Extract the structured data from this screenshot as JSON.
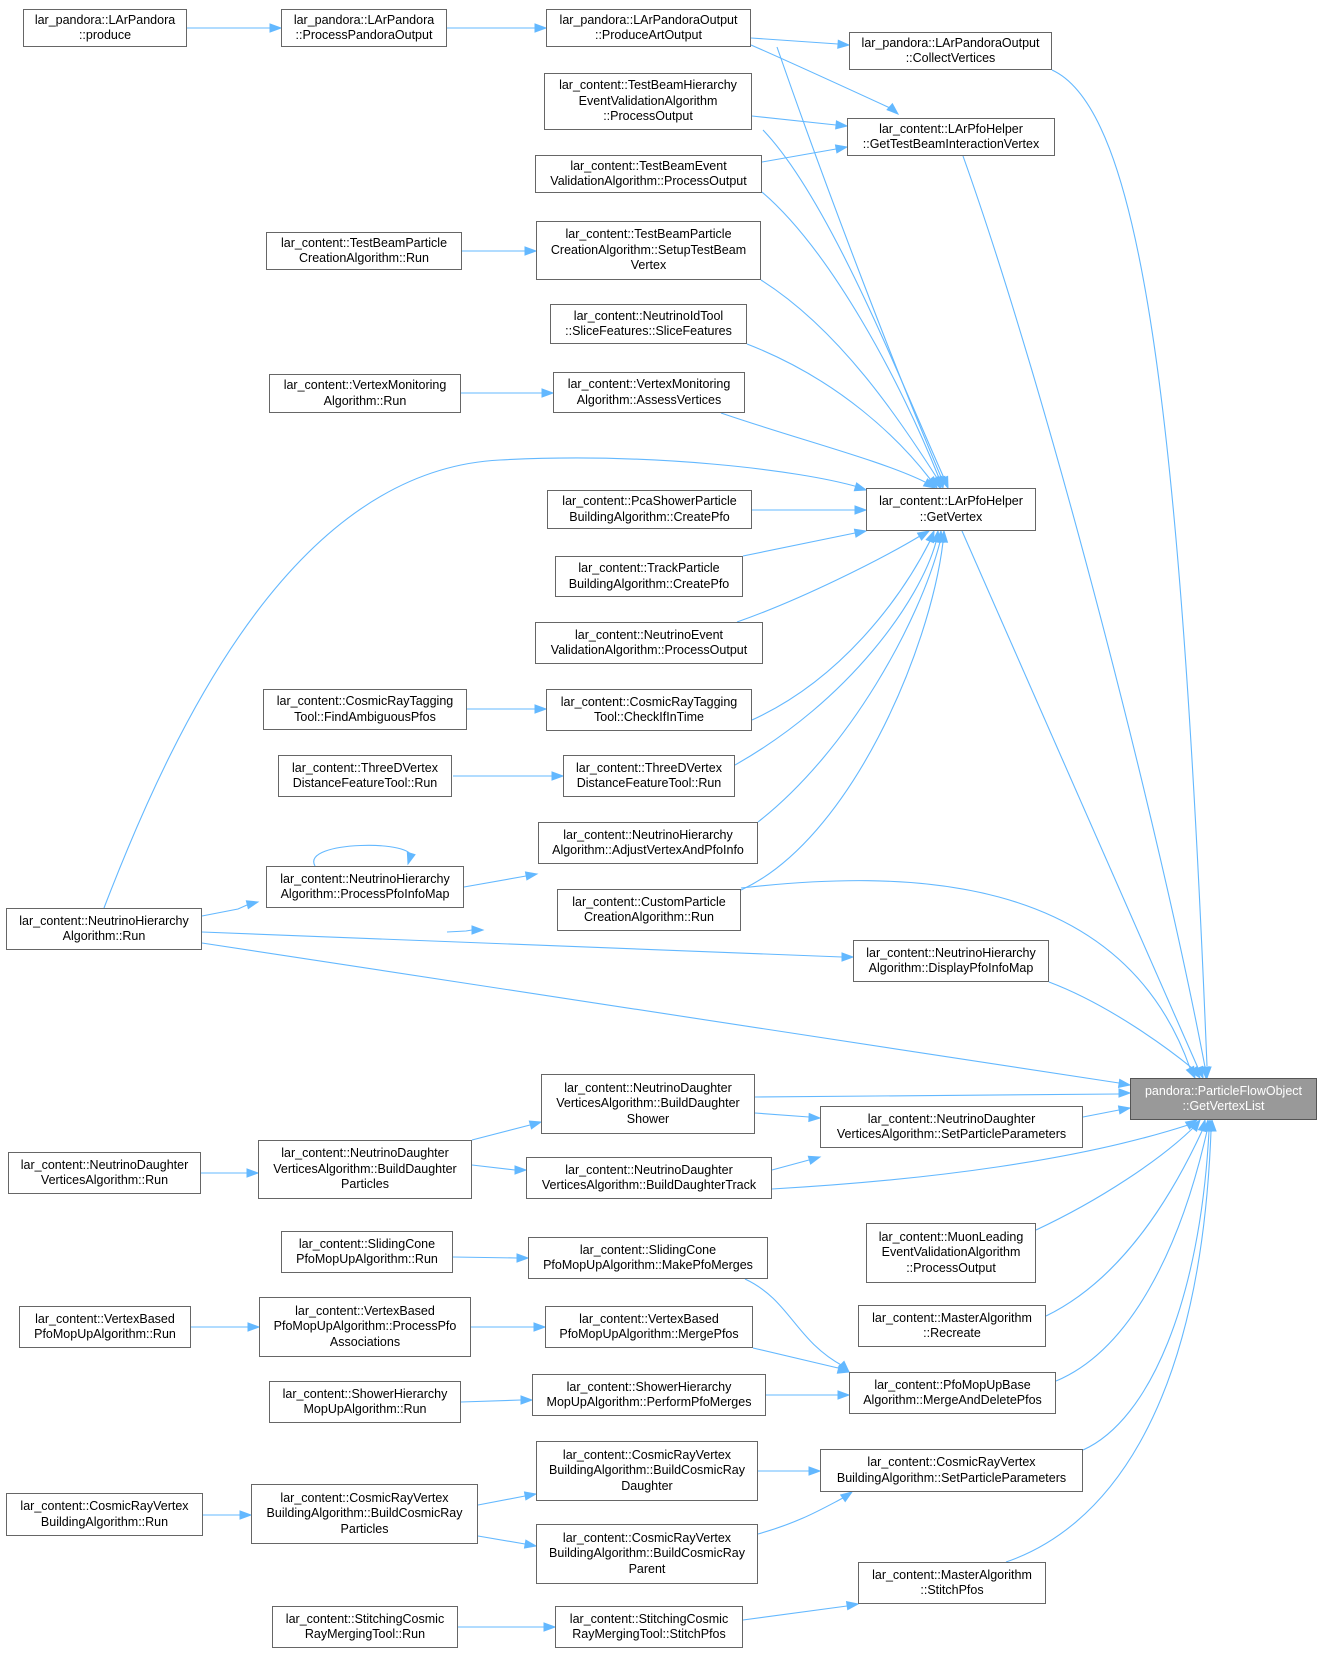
{
  "edge_color": "#63b8ff",
  "root_fill": "#999999",
  "nodes": {
    "produce": [
      "lar_pandora::LArPandora",
      "::produce"
    ],
    "process_pandora_output": [
      "lar_pandora::LArPandora",
      "::ProcessPandoraOutput"
    ],
    "produce_art_output": [
      "lar_pandora::LArPandoraOutput",
      "::ProduceArtOutput"
    ],
    "collect_vertices": [
      "lar_pandora::LArPandoraOutput",
      "::CollectVertices"
    ],
    "tb_hierarchy_process_output": [
      "lar_content::TestBeamHierarchy",
      "EventValidationAlgorithm",
      "::ProcessOutput"
    ],
    "get_tb_interaction_vertex": [
      "lar_content::LArPfoHelper",
      "::GetTestBeamInteractionVertex"
    ],
    "tb_event_process_output": [
      "lar_content::TestBeamEvent",
      "ValidationAlgorithm::ProcessOutput"
    ],
    "tb_particle_creation_run": [
      "lar_content::TestBeamParticle",
      "CreationAlgorithm::Run"
    ],
    "tb_setup_vertex": [
      "lar_content::TestBeamParticle",
      "CreationAlgorithm::SetupTestBeam",
      "Vertex"
    ],
    "slice_features": [
      "lar_content::NeutrinoIdTool",
      "::SliceFeatures::SliceFeatures"
    ],
    "vertex_monitoring_run": [
      "lar_content::VertexMonitoring",
      "Algorithm::Run"
    ],
    "assess_vertices": [
      "lar_content::VertexMonitoring",
      "Algorithm::AssessVertices"
    ],
    "pca_shower_create_pfo": [
      "lar_content::PcaShowerParticle",
      "BuildingAlgorithm::CreatePfo"
    ],
    "get_vertex": [
      "lar_content::LArPfoHelper",
      "::GetVertex"
    ],
    "track_create_pfo": [
      "lar_content::TrackParticle",
      "BuildingAlgorithm::CreatePfo"
    ],
    "nu_event_process_output": [
      "lar_content::NeutrinoEvent",
      "ValidationAlgorithm::ProcessOutput"
    ],
    "find_ambiguous_pfos": [
      "lar_content::CosmicRayTagging",
      "Tool::FindAmbiguousPfos"
    ],
    "check_if_in_time": [
      "lar_content::CosmicRayTagging",
      "Tool::CheckIfInTime"
    ],
    "three_d_vertex_run_a": [
      "lar_content::ThreeDVertex",
      "DistanceFeatureTool::Run"
    ],
    "three_d_vertex_run_b": [
      "lar_content::ThreeDVertex",
      "DistanceFeatureTool::Run"
    ],
    "adjust_vertex_and_pfo_info": [
      "lar_content::NeutrinoHierarchy",
      "Algorithm::AdjustVertexAndPfoInfo"
    ],
    "process_pfo_info_map": [
      "lar_content::NeutrinoHierarchy",
      "Algorithm::ProcessPfoInfoMap"
    ],
    "custom_particle_run": [
      "lar_content::CustomParticle",
      "CreationAlgorithm::Run"
    ],
    "nu_hierarchy_run": [
      "lar_content::NeutrinoHierarchy",
      "Algorithm::Run"
    ],
    "display_pfo_info_map": [
      "lar_content::NeutrinoHierarchy",
      "Algorithm::DisplayPfoInfoMap"
    ],
    "get_vertex_list": [
      "pandora::ParticleFlowObject",
      "::GetVertexList"
    ],
    "build_daughter_shower": [
      "lar_content::NeutrinoDaughter",
      "VerticesAlgorithm::BuildDaughter",
      "Shower"
    ],
    "nd_set_particle_parameters": [
      "lar_content::NeutrinoDaughter",
      "VerticesAlgorithm::SetParticleParameters"
    ],
    "nd_run": [
      "lar_content::NeutrinoDaughter",
      "VerticesAlgorithm::Run"
    ],
    "build_daughter_particles": [
      "lar_content::NeutrinoDaughter",
      "VerticesAlgorithm::BuildDaughter",
      "Particles"
    ],
    "build_daughter_track": [
      "lar_content::NeutrinoDaughter",
      "VerticesAlgorithm::BuildDaughterTrack"
    ],
    "muon_leading_process_output": [
      "lar_content::MuonLeading",
      "EventValidationAlgorithm",
      "::ProcessOutput"
    ],
    "sliding_cone_run": [
      "lar_content::SlidingCone",
      "PfoMopUpAlgorithm::Run"
    ],
    "sliding_cone_make_pfo_merges": [
      "lar_content::SlidingCone",
      "PfoMopUpAlgorithm::MakePfoMerges"
    ],
    "master_recreate": [
      "lar_content::MasterAlgorithm",
      "::Recreate"
    ],
    "vertex_based_run": [
      "lar_content::VertexBased",
      "PfoMopUpAlgorithm::Run"
    ],
    "vertex_based_process_pfo_associations": [
      "lar_content::VertexBased",
      "PfoMopUpAlgorithm::ProcessPfo",
      "Associations"
    ],
    "vertex_based_merge_pfos": [
      "lar_content::VertexBased",
      "PfoMopUpAlgorithm::MergePfos"
    ],
    "merge_and_delete_pfos": [
      "lar_content::PfoMopUpBase",
      "Algorithm::MergeAndDeletePfos"
    ],
    "shower_hierarchy_run": [
      "lar_content::ShowerHierarchy",
      "MopUpAlgorithm::Run"
    ],
    "perform_pfo_merges": [
      "lar_content::ShowerHierarchy",
      "MopUpAlgorithm::PerformPfoMerges"
    ],
    "build_cosmic_ray_daughter": [
      "lar_content::CosmicRayVertex",
      "BuildingAlgorithm::BuildCosmicRay",
      "Daughter"
    ],
    "cr_set_particle_parameters": [
      "lar_content::CosmicRayVertex",
      "BuildingAlgorithm::SetParticleParameters"
    ],
    "cosmic_ray_vertex_run": [
      "lar_content::CosmicRayVertex",
      "BuildingAlgorithm::Run"
    ],
    "build_cosmic_ray_particles": [
      "lar_content::CosmicRayVertex",
      "BuildingAlgorithm::BuildCosmicRay",
      "Particles"
    ],
    "build_cosmic_ray_parent": [
      "lar_content::CosmicRayVertex",
      "BuildingAlgorithm::BuildCosmicRay",
      "Parent"
    ],
    "master_stitch_pfos": [
      "lar_content::MasterAlgorithm",
      "::StitchPfos"
    ],
    "stitching_cosmic_run": [
      "lar_content::StitchingCosmic",
      "RayMergingTool::Run"
    ],
    "stitching_cosmic_stitch_pfos": [
      "lar_content::StitchingCosmic",
      "RayMergingTool::StitchPfos"
    ]
  }
}
